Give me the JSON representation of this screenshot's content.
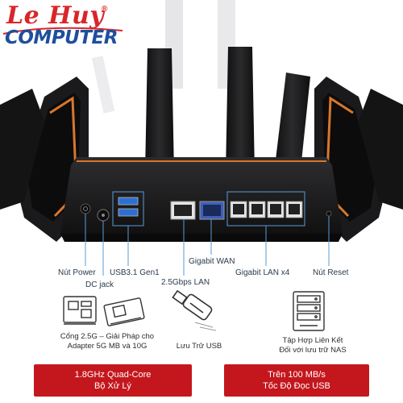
{
  "logo": {
    "line1": "Le Huy",
    "registered": "®",
    "line2": "COMPUTER"
  },
  "callouts": {
    "power": "Nút Power",
    "dc_jack": "DC jack",
    "usb": "USB3.1 Gen1",
    "lan25": "2.5Gbps LAN",
    "wan": "Gigabit WAN",
    "lan_x4": "Gigabit LAN x4",
    "reset": "Nút Reset"
  },
  "features": [
    {
      "icon": "adapter-card-icon",
      "line1": "Cổng 2.5G – Giải Pháp cho",
      "line2": "Adapter 5G MB và 10G"
    },
    {
      "icon": "usb-drive-icon",
      "line1": "Lưu Trữ USB",
      "line2": ""
    },
    {
      "icon": "nas-server-icon",
      "line1": "Tập Hợp Liên Kết",
      "line2": "Đối với lưu trữ NAS"
    }
  ],
  "banners": [
    {
      "line1": "1.8GHz Quad-Core",
      "line2": "Bộ Xử Lý"
    },
    {
      "line1": "Trên 100 MB/s",
      "line2": "Tốc Độ Đọc USB"
    }
  ],
  "colors": {
    "brand_red": "#c4171d",
    "brand_blue": "#1f4f9c",
    "router_body": "#1b1b1d",
    "accent_copper": "#d9772a",
    "callout_line": "#5a9bd5"
  }
}
